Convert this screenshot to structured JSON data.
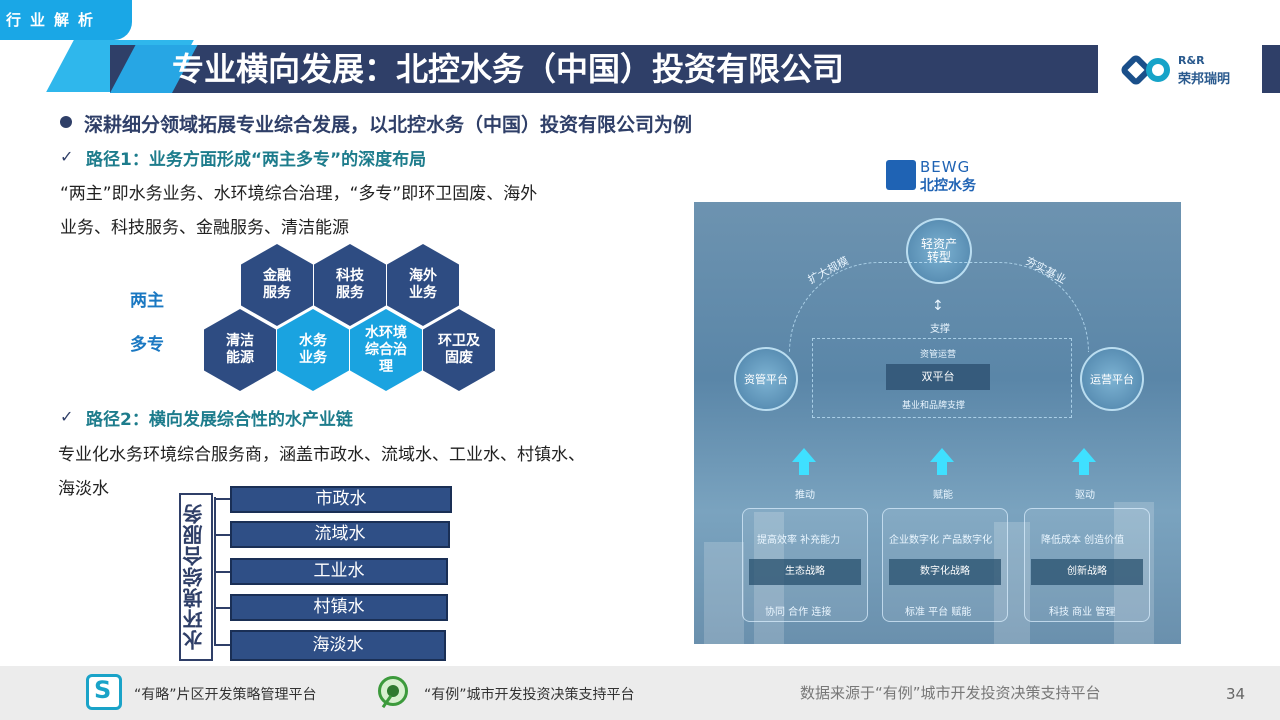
{
  "tag": "行业解析",
  "title": "专业横向发展：北控水务（中国）投资有限公司",
  "logo": {
    "en": "R&R",
    "cn": "荣邦瑞明"
  },
  "headline": "深耕细分领域拓展专业综合发展，以北控水务（中国）投资有限公司为例",
  "check_mark": "✓",
  "path1": {
    "label": "路径1：业务方面形成“两主多专”的深度布局",
    "desc_line1": "“两主”即水务业务、水环境综合治理，“多专”即环卫固废、海外",
    "desc_line2": "业务、科技服务、金融服务、清洁能源"
  },
  "hex_labels": {
    "two_main": "两主",
    "multi_spec": "多专"
  },
  "hexagons": [
    {
      "text": "金融\n服务"
    },
    {
      "text": "科技\n服务"
    },
    {
      "text": "海外\n业务"
    },
    {
      "text": "清洁\n能源"
    },
    {
      "text": "水务\n业务"
    },
    {
      "text": "水环境\n综合治\n理"
    },
    {
      "text": "环卫及\n固废"
    }
  ],
  "path2": {
    "label": "路径2：横向发展综合性的水产业链",
    "desc_line1": "专业化水务环境综合服务商，涵盖市政水、流域水、工业水、村镇水、",
    "desc_line2": "海淡水"
  },
  "water_title": "水环境综合服务",
  "water_items": [
    "市政水",
    "流域水",
    "工业水",
    "村镇水",
    "海淡水"
  ],
  "bewg": {
    "en": "BEWG",
    "cn": "北控水务"
  },
  "diagram": {
    "center": "轻资产\n转型",
    "left_arc": "扩大规模",
    "right_arc": "夯实基业",
    "support": "支撑",
    "asset_ops": "资管运营",
    "left_circle": "资管平台",
    "right_circle": "运营平台",
    "dual": "双平台",
    "base": "基业和品牌支撑",
    "drive1": "推动",
    "drive2": "赋能",
    "drive3": "驱动",
    "cards": [
      {
        "top": "提高效率  补充能力",
        "mid": "生态战略",
        "bottom": "协同  合作  连接"
      },
      {
        "top": "企业数字化  产品数字化",
        "mid": "数字化战略",
        "bottom": "标准  平台  赋能"
      },
      {
        "top": "降低成本  创造价值",
        "mid": "创新战略",
        "bottom": "科技  商业  管理"
      }
    ]
  },
  "footer": {
    "item1": "“有略”片区开发策略管理平台",
    "item2": "“有例”城市开发投资决策支持平台",
    "source": "数据来源于“有例”城市开发投资决策支持平台",
    "page": "34"
  }
}
